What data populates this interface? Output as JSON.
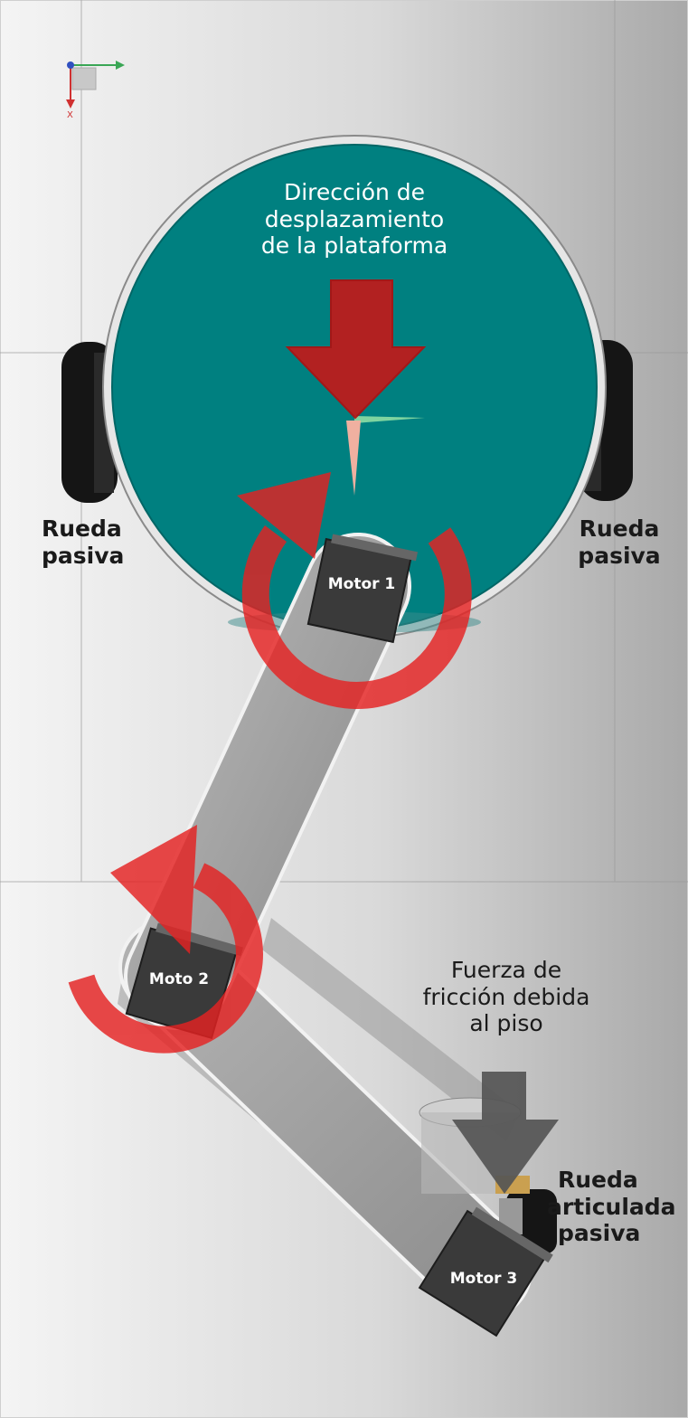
{
  "labels": {
    "direction": [
      "Dirección de",
      "desplazamiento",
      "de la plataforma"
    ],
    "left_wheel": [
      "Rueda",
      "pasiva"
    ],
    "right_wheel": [
      "Rueda",
      "pasiva"
    ],
    "motor1": "Motor 1",
    "motor2": "Moto 2",
    "motor3": "Motor 3",
    "friction": [
      "Fuerza de",
      "fricción debida",
      "al piso"
    ],
    "caster": [
      "Rueda",
      "articulada",
      "pasiva"
    ]
  },
  "colors": {
    "platform": "#008080",
    "arrow_red": "#e02020",
    "arrow_gray": "#555555",
    "link": "#a8a8a8",
    "motor": "#3a3a3a",
    "wheel": "#151515"
  }
}
